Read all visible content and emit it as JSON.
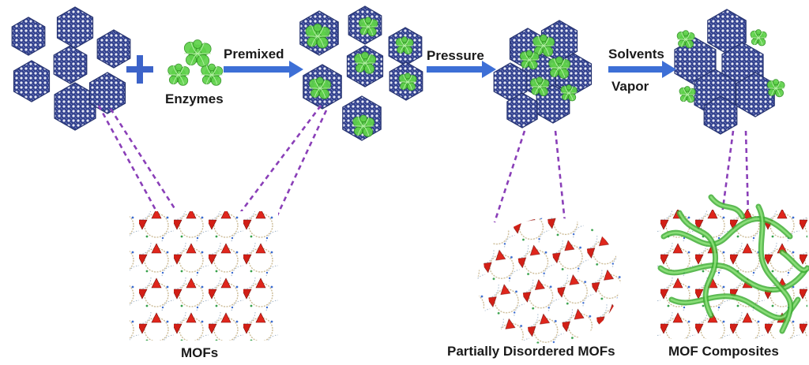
{
  "labels": {
    "enzymes": "Enzymes",
    "premixed": "Premixed",
    "pressure": "Pressure",
    "solvents": "Solvents",
    "vapor": "Vapor",
    "mofs": "MOFs",
    "partially_disordered": "Partially Disordered MOFs",
    "mof_composites": "MOF Composites"
  },
  "colors": {
    "mof_blue": "#3a4a9a",
    "mof_node": "#e8eaf4",
    "enzyme_green": "#5fd24a",
    "arrow_blue": "#3d6fd6",
    "plus_blue": "#3c63c9",
    "dashed_purple": "#8a3fb8",
    "tetra_red": "#e0261c",
    "cage_grey": "#b9a98a"
  },
  "icons": [
    "plus-icon",
    "process-arrow-icon",
    "mof-crystal",
    "enzyme-cluster",
    "lattice-structure"
  ]
}
